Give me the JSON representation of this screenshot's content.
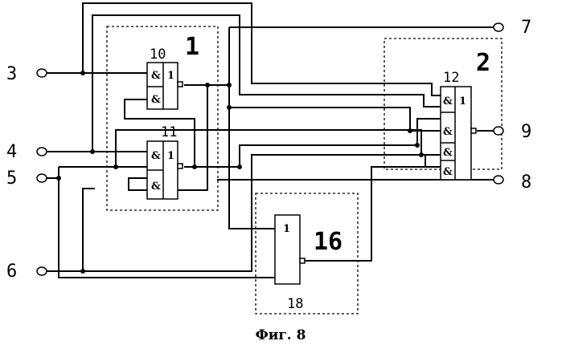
{
  "terminals": [
    "3",
    "4",
    "5",
    "6",
    "7",
    "8",
    "9"
  ],
  "gates": [
    "10",
    "11",
    "12",
    "18"
  ],
  "blocks": [
    "1",
    "2",
    "16"
  ],
  "symbols": {
    "and": "&",
    "or": "1"
  },
  "caption": "Фиг. 8"
}
